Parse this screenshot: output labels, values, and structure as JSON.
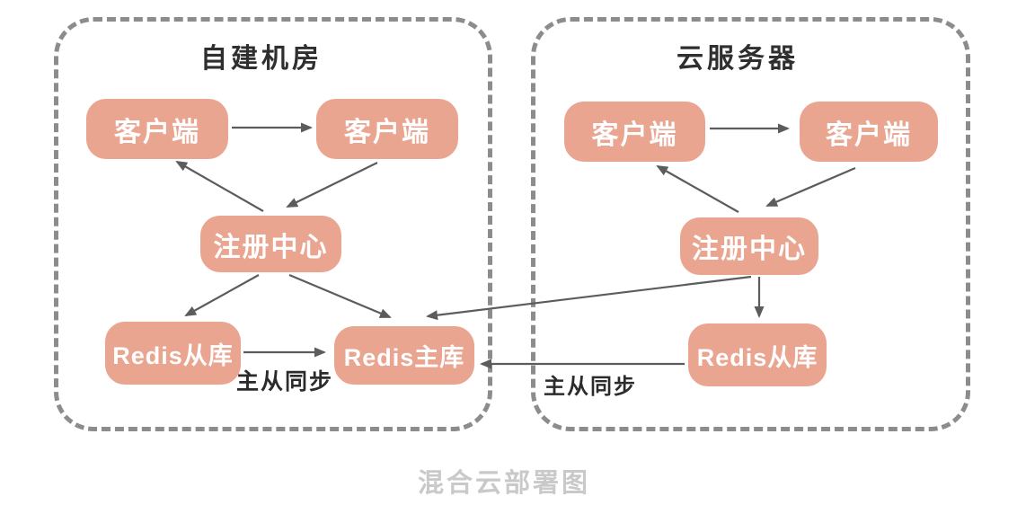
{
  "diagram": {
    "caption": "混合云部署图",
    "groups": [
      {
        "title": "自建机房",
        "nodes": [
          {
            "id": "client-a",
            "label": "客户端"
          },
          {
            "id": "client-b",
            "label": "客户端"
          },
          {
            "id": "registry",
            "label": "注册中心"
          },
          {
            "id": "redis-slave",
            "label": "Redis从库"
          },
          {
            "id": "redis-master",
            "label": "Redis主库"
          }
        ]
      },
      {
        "title": "云服务器",
        "nodes": [
          {
            "id": "client-a",
            "label": "客户端"
          },
          {
            "id": "client-b",
            "label": "客户端"
          },
          {
            "id": "registry",
            "label": "注册中心"
          },
          {
            "id": "redis-slave",
            "label": "Redis从库"
          }
        ]
      }
    ],
    "edge_labels": [
      {
        "text": "主从同步"
      },
      {
        "text": "主从同步"
      }
    ],
    "colors": {
      "node_fill": "#EAA591",
      "node_text": "#FFFFFF",
      "line": "#5C5C5C",
      "dashed_border": "#8C8C8C",
      "group_title": "#2F2F2F",
      "caption": "#C9C9C9"
    }
  }
}
